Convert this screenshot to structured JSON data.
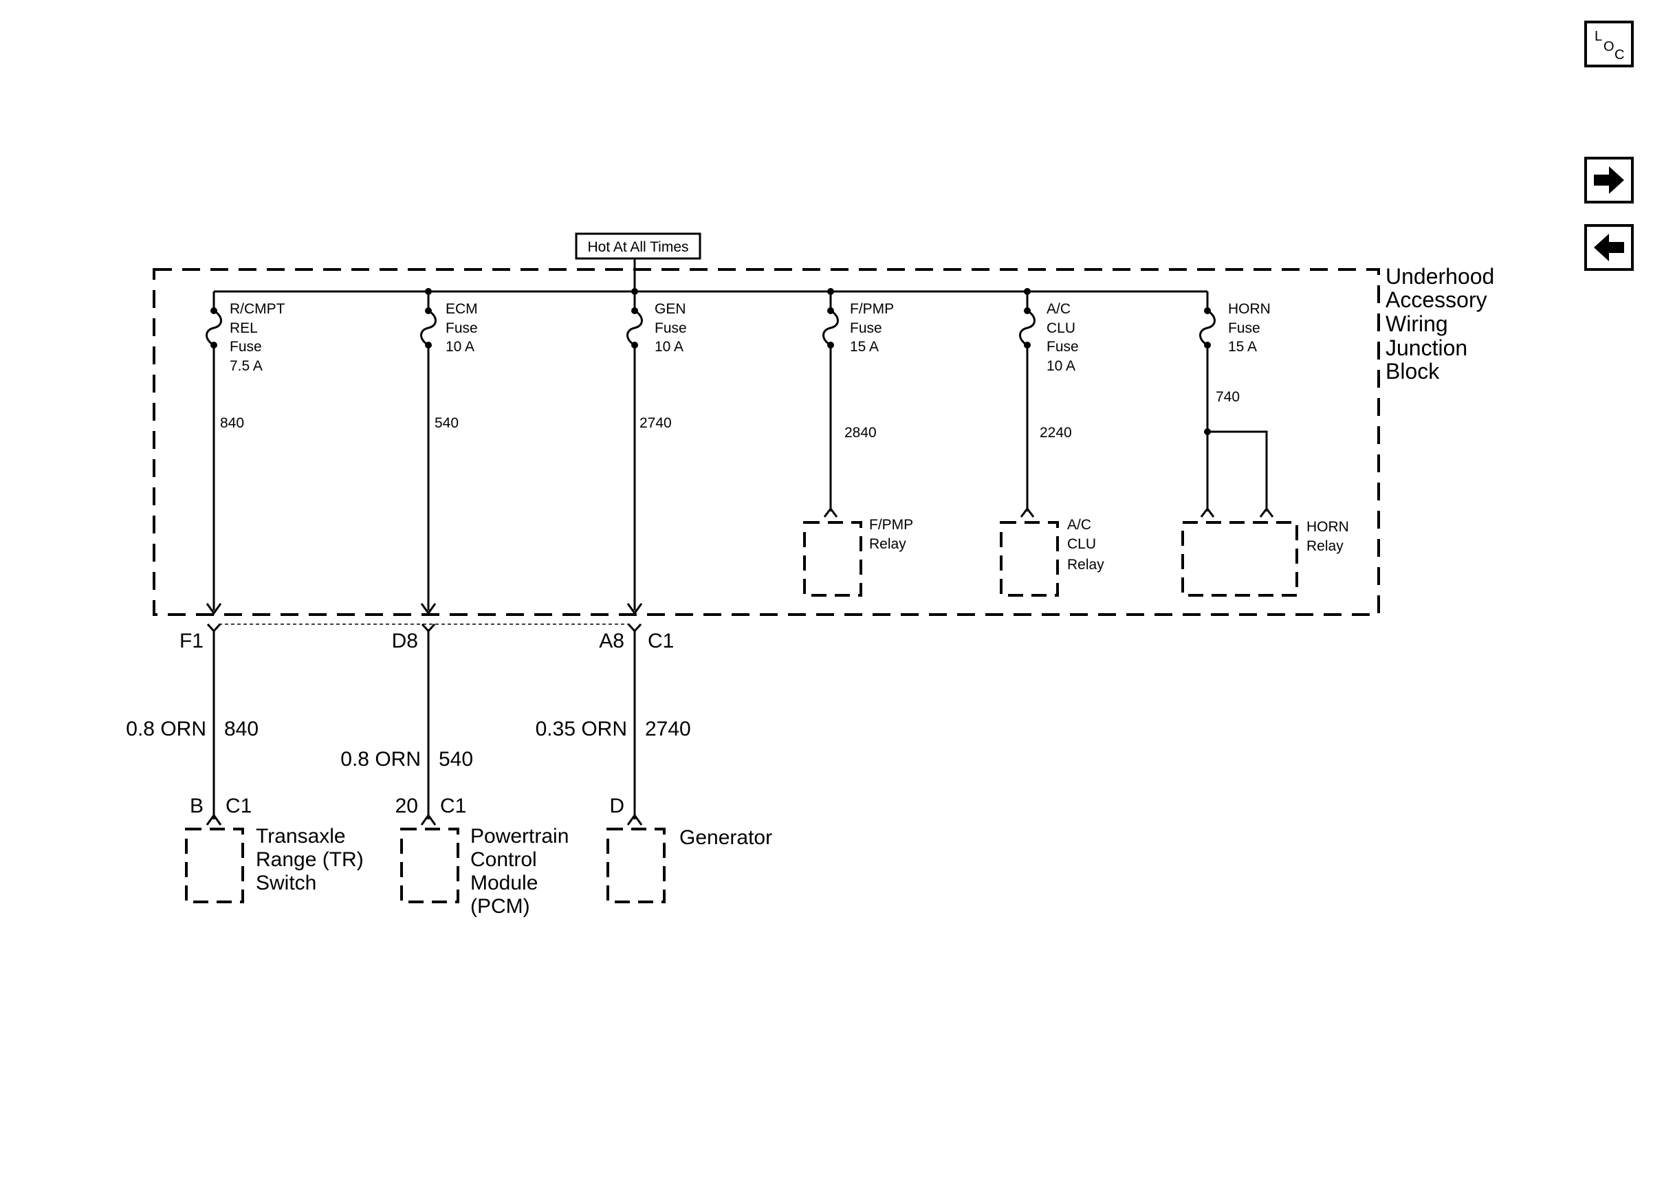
{
  "nav": {
    "loc_letters": [
      "L",
      "O",
      "C"
    ],
    "forward_icon": "arrow-right-icon",
    "back_icon": "arrow-left-icon"
  },
  "power_label": "Hot At All Times",
  "junction_block": {
    "title_lines": [
      "Underhood",
      "Accessory",
      "Wiring",
      "Junction",
      "Block"
    ]
  },
  "fuses": [
    {
      "id": "rcmpt",
      "lines": [
        "R/CMPT",
        "REL",
        "Fuse",
        "7.5 A"
      ],
      "circuit": "840"
    },
    {
      "id": "ecm",
      "lines": [
        "ECM",
        "Fuse",
        "10 A"
      ],
      "circuit": "540"
    },
    {
      "id": "gen",
      "lines": [
        "GEN",
        "Fuse",
        "10 A"
      ],
      "circuit": "2740"
    },
    {
      "id": "fpmp",
      "lines": [
        "F/PMP",
        "Fuse",
        "15 A"
      ],
      "circuit": "2840"
    },
    {
      "id": "acclu",
      "lines": [
        "A/C",
        "CLU",
        "Fuse",
        "10 A"
      ],
      "circuit": "2240"
    },
    {
      "id": "horn",
      "lines": [
        "HORN",
        "Fuse",
        "15 A"
      ],
      "circuit": "740"
    }
  ],
  "relays": [
    {
      "id": "fpmp",
      "lines": [
        "F/PMP",
        "Relay"
      ]
    },
    {
      "id": "acclu",
      "lines": [
        "A/C",
        "CLU",
        "Relay"
      ]
    },
    {
      "id": "horn",
      "lines": [
        "HORN",
        "Relay"
      ]
    }
  ],
  "outputs": [
    {
      "id": "tr",
      "jb_pin": "F1",
      "wire": "0.8 ORN",
      "circuit": "840",
      "comp_pin": "B",
      "comp_connector": "C1",
      "component_lines": [
        "Transaxle",
        "Range (TR)",
        "Switch"
      ]
    },
    {
      "id": "pcm",
      "jb_pin": "D8",
      "wire": "0.8 ORN",
      "circuit": "540",
      "comp_pin": "20",
      "comp_connector": "C1",
      "component_lines": [
        "Powertrain",
        "Control",
        "Module",
        "(PCM)"
      ]
    },
    {
      "id": "gen",
      "jb_pin": "A8",
      "jb_connector": "C1",
      "wire": "0.35 ORN",
      "circuit": "2740",
      "comp_pin": "D",
      "component_lines": [
        "Generator"
      ]
    }
  ]
}
